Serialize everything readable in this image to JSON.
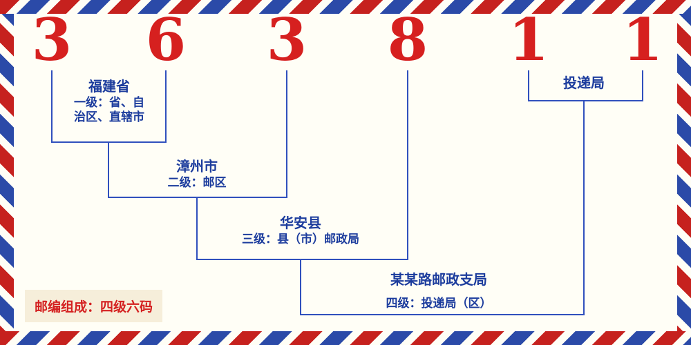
{
  "postal_code": {
    "digits": [
      "3",
      "6",
      "3",
      "8",
      "1",
      "1"
    ]
  },
  "levels": [
    {
      "name": "福建省",
      "desc_lines": [
        "一级：省、自",
        "治区、直辖市"
      ]
    },
    {
      "name": "漳州市",
      "desc_lines": [
        "二级：邮区"
      ]
    },
    {
      "name": "华安县",
      "desc_lines": [
        "三级：县（市）邮政局"
      ]
    },
    {
      "name": "某某路邮政支局",
      "desc_lines": [
        "四级：投递局（区）"
      ]
    },
    {
      "name": "投递局",
      "desc_lines": []
    }
  ],
  "footer": {
    "label": "邮编组成：四级六码"
  },
  "colors": {
    "digit_red": "#d6201f",
    "label_blue": "#1c3c9d",
    "line_blue": "#3050bd",
    "border_red": "#c6211e",
    "border_blue": "#2b4aa8",
    "background": "#fffef6",
    "footer_bg": "#f6eeda",
    "footer_red": "#d42020"
  }
}
